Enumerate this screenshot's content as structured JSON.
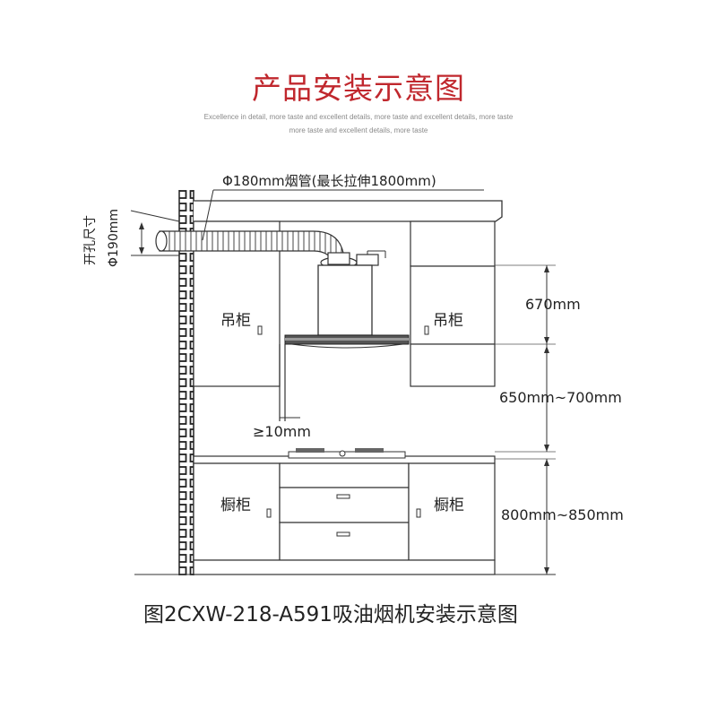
{
  "header": {
    "title": "产品安装示意图",
    "subtitle_line1": "Excellence in detail, more taste and excellent details, more taste and excellent details, more taste",
    "subtitle_line2": "more taste and excellent details, more taste"
  },
  "diagram": {
    "pipe_label": "Φ180mm烟管(最长拉伸1800mm)",
    "hole_label_line1": "开孔尺寸",
    "hole_label_line2": "Φ190mm",
    "upper_cabinet_left": "吊柜",
    "upper_cabinet_right": "吊柜",
    "lower_cabinet_left": "橱柜",
    "lower_cabinet_right": "橱柜",
    "gap_label": "≥10mm",
    "dim_hood_height": "670mm",
    "dim_hood_to_stove": "650mm~700mm",
    "dim_counter_height": "800mm~850mm"
  },
  "caption": "图2CXW-218-A591吸油烟机安装示意图"
}
